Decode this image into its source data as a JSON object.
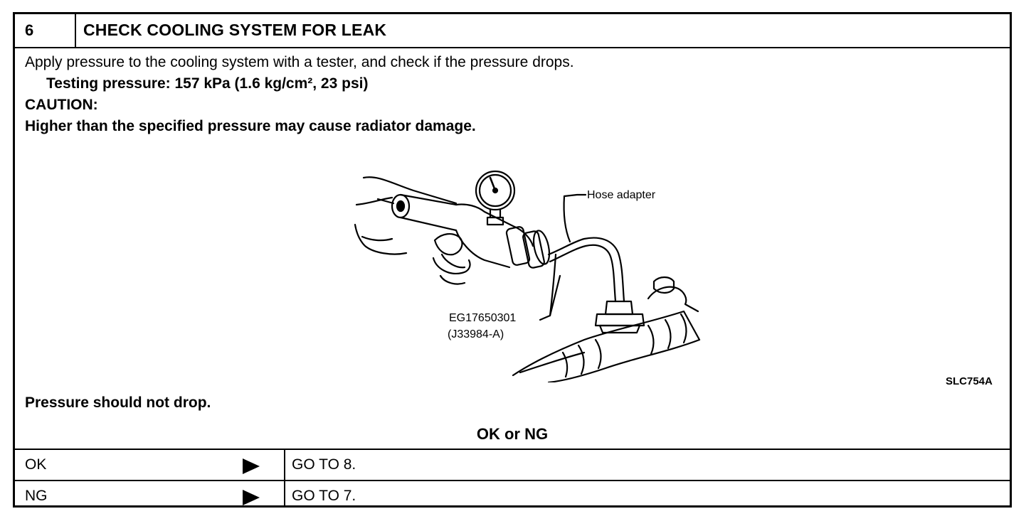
{
  "step": {
    "number": "6",
    "title": "CHECK COOLING SYSTEM FOR LEAK"
  },
  "instructions": {
    "line1": "Apply pressure to the cooling system with a tester, and check if the pressure drops.",
    "testing_pressure": "Testing pressure: 157 kPa (1.6 kg/cm², 23 psi)",
    "caution_label": "CAUTION:",
    "caution_text": "Higher than the specified pressure may cause radiator damage."
  },
  "figure": {
    "label_hose_adapter": "Hose adapter",
    "label_tool_code": "EG17650301",
    "label_tool_alt": "(J33984-A)",
    "figure_code": "SLC754A"
  },
  "result": {
    "expected": "Pressure should not drop.",
    "ok_ng_heading": "OK or NG"
  },
  "choices": [
    {
      "label": "OK",
      "action": "GO TO 8."
    },
    {
      "label": "NG",
      "action": "GO TO 7."
    }
  ]
}
